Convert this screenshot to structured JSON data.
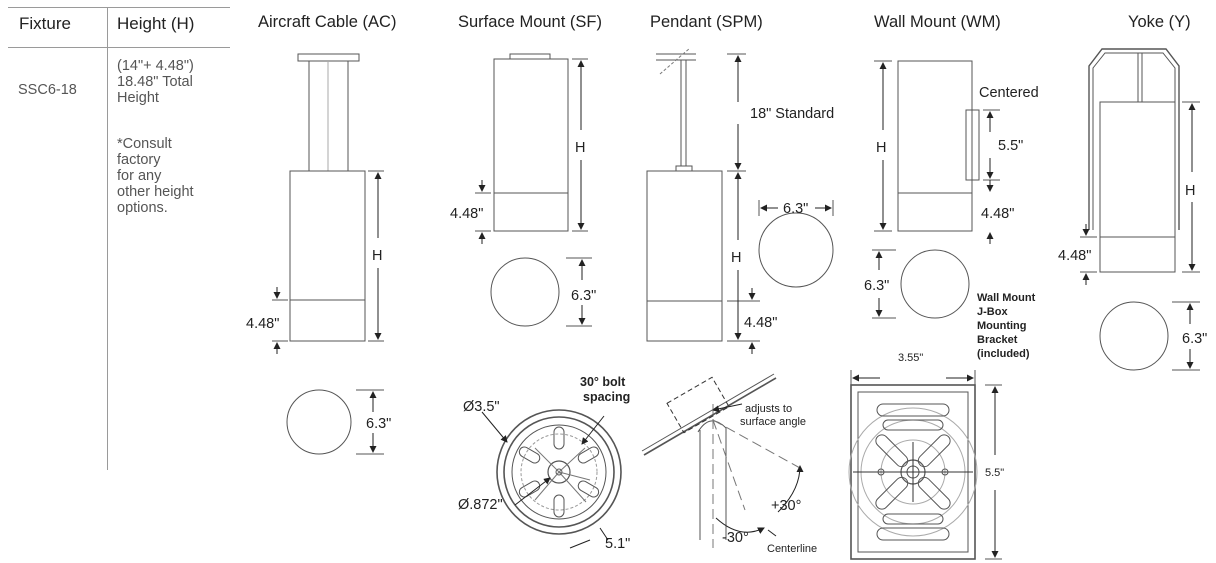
{
  "table": {
    "header_fixture": "Fixture",
    "header_height": "Height (H)",
    "fixture": "SSC6-18",
    "height_lines": [
      "(14\"+ 4.48\")",
      "18.48\" Total",
      "Height"
    ],
    "note_lines": [
      "*Consult",
      "factory",
      "for any",
      "other height",
      "options."
    ]
  },
  "titles": {
    "ac": "Aircraft Cable (AC)",
    "sf": "Surface Mount (SF)",
    "spm": "Pendant (SPM)",
    "wm": "Wall Mount (WM)",
    "y": "Yoke (Y)"
  },
  "dims": {
    "h": "H",
    "base": "4.48\"",
    "dia": "6.3\"",
    "standard": "18\" Standard",
    "centered": "Centered",
    "wm_height": "5.5\"",
    "bracket_width": "3.55\"",
    "bracket_height": "5.5\""
  },
  "details": {
    "bolt_spacing": [
      "30° bolt",
      "spacing"
    ],
    "d35": "Ø3.5\"",
    "d872": "Ø.872\"",
    "d51": "5.1\"",
    "adjusts": [
      "adjusts to",
      "surface angle"
    ],
    "plus30": "+30°",
    "minus30": "-30°",
    "centerline": "Centerline",
    "bracket_label": [
      "Wall Mount",
      "J-Box",
      "Mounting",
      "Bracket",
      "(included)"
    ]
  }
}
